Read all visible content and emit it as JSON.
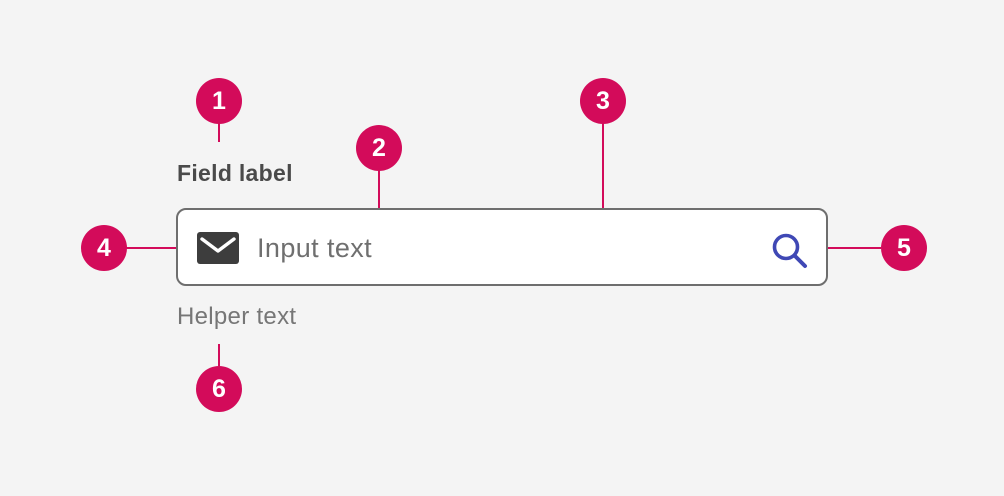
{
  "field": {
    "label": "Field label",
    "input_placeholder": "Input text",
    "helper": "Helper text",
    "leading_icon": "mail-icon",
    "trailing_icon": "search-icon",
    "search_icon_color": "#3f48b5"
  },
  "annotations": {
    "color": "#d30b5a",
    "markers": [
      "1",
      "2",
      "3",
      "4",
      "5",
      "6"
    ]
  }
}
